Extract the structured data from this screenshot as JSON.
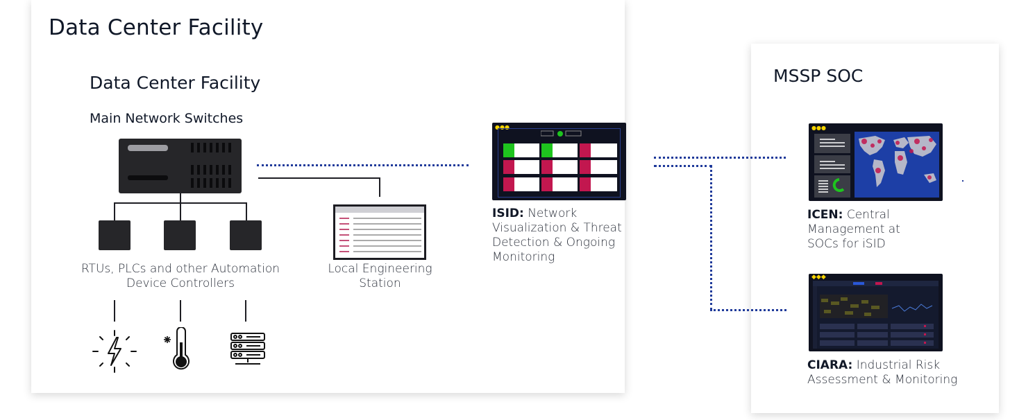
{
  "outer_title": "Data Center Facility",
  "inner_title": "Data Center Facility",
  "switches_label": "Main Network Switches",
  "devices_caption_line1": "RTUs, PLCs and other Automation",
  "devices_caption_line2": "Device Controllers",
  "station_caption_line1": "Local Engineering",
  "station_caption_line2": "Station",
  "isid": {
    "name": "ISID:",
    "line1": " Network",
    "line2": "Visualization & Threat",
    "line3": "Detection & Ongoing",
    "line4": "Monitoring"
  },
  "soc_title": "MSSP SOC",
  "icen": {
    "name": "ICEN:",
    "line1": " Central",
    "line2": "Management at",
    "line3": "SOCs for iSID"
  },
  "ciara": {
    "name": "CIARA:",
    "line1": " Industrial Risk",
    "line2": "Assessment & Monitoring"
  },
  "icons": [
    "lightning-icon",
    "thermometer-icon",
    "server-rack-icon"
  ],
  "colors": {
    "link_dotted": "#1f3a9a",
    "switch_body": "#262629",
    "alert_green": "#1ec41e",
    "alert_red": "#c2174f",
    "map_blue": "#1d3fa6"
  }
}
